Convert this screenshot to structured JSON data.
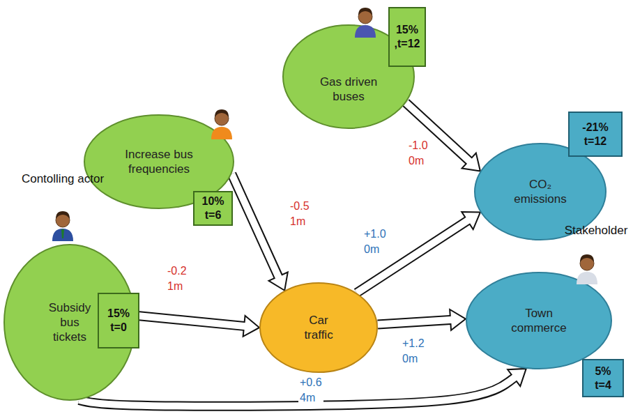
{
  "diagram": {
    "nodes": [
      {
        "text": [
          "Gas driven buses"
        ]
      },
      {
        "text": [
          "15% ,t=12"
        ]
      },
      {
        "text": [
          "Increase bus frequencies"
        ]
      },
      {
        "text": [
          "10% t=6"
        ]
      },
      {
        "text": [
          "CO₂ emissions"
        ]
      },
      {
        "text": [
          "-21% t=12"
        ]
      },
      {
        "text": [
          "Subsidy bus tickets"
        ]
      },
      {
        "text": [
          "15% t=0"
        ]
      },
      {
        "text": [
          "Car traffic"
        ]
      },
      {
        "text": [
          "Town commerce"
        ]
      },
      {
        "text": [
          "5% t=4"
        ]
      }
    ],
    "edges": [
      {
        "from": 0,
        "to": 4,
        "label": "-1.0 0m",
        "arrow": "to"
      },
      {
        "from": 2,
        "to": 8,
        "label": "-0.5 1m",
        "arrow": "to"
      },
      {
        "from": 8,
        "to": 4,
        "label": "+1.0 0m",
        "arrow": "to"
      },
      {
        "from": 6,
        "to": 8,
        "label": "-0.2 1m",
        "arrow": "to"
      },
      {
        "from": 8,
        "to": 9,
        "label": "+1.2 0m",
        "arrow": "to"
      },
      {
        "from": 6,
        "to": 9,
        "label": "+0.6 4m",
        "arrow": "to"
      }
    ],
    "labels": [
      "Contolling actor",
      "Stakeholder"
    ]
  }
}
